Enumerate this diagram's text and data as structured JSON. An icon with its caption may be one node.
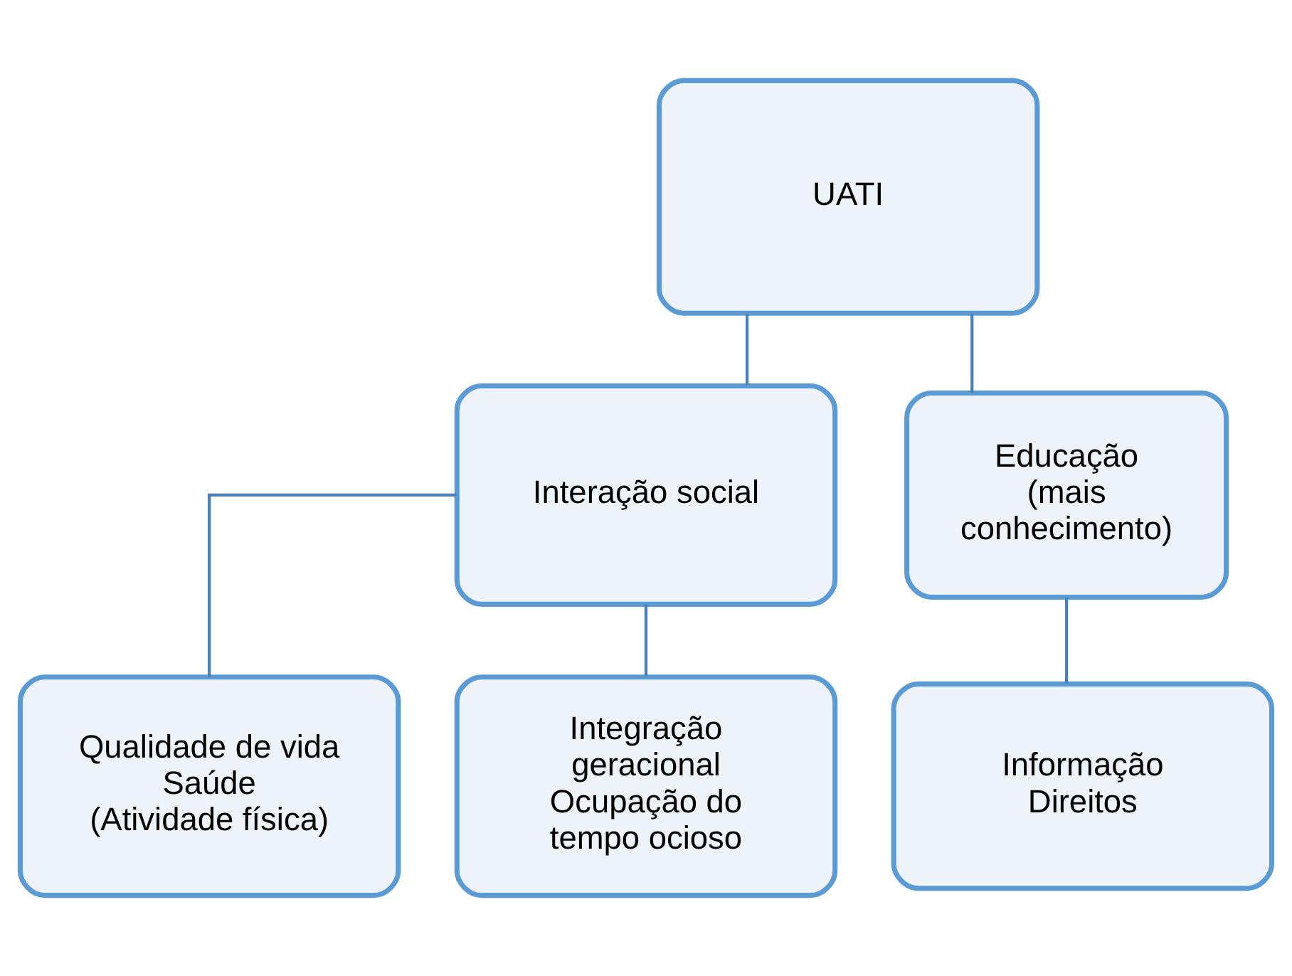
{
  "diagram": {
    "nodes": [
      {
        "text": [
          "UATI"
        ]
      },
      {
        "text": [
          "Interação social"
        ]
      },
      {
        "text": [
          "Educação",
          "(mais conhecimento)"
        ]
      },
      {
        "text": [
          "Qualidade de vida",
          "Saúde",
          "(Atividade física)"
        ]
      },
      {
        "text": [
          "Integração geracional",
          "Ocupação do tempo ocioso"
        ]
      },
      {
        "text": [
          "Informação",
          "Direitos"
        ]
      }
    ],
    "edges": [
      {
        "from": 0,
        "to": 1,
        "arrow": "none"
      },
      {
        "from": 0,
        "to": 2,
        "arrow": "none"
      },
      {
        "from": 1,
        "to": 3,
        "arrow": "none"
      },
      {
        "from": 1,
        "to": 4,
        "arrow": "none"
      },
      {
        "from": 2,
        "to": 5,
        "arrow": "none"
      }
    ]
  }
}
